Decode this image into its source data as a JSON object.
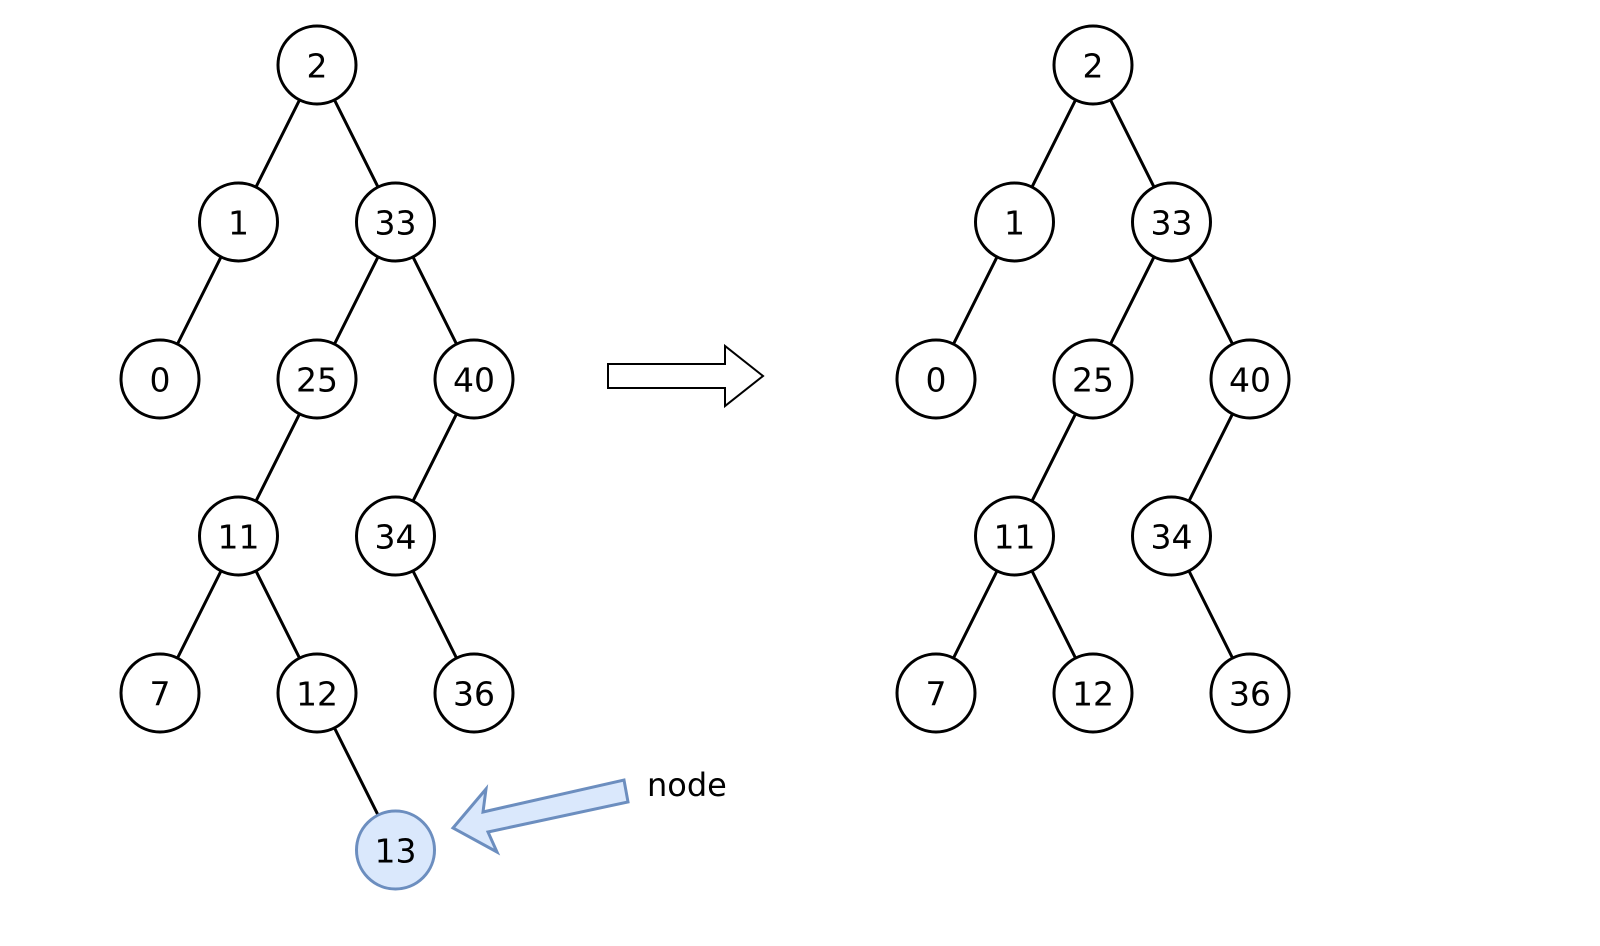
{
  "colors": {
    "highlight_fill": "#dae8fc",
    "highlight_stroke": "#6c8ebf"
  },
  "before_tree": {
    "nodes": [
      {
        "id": "n2",
        "label": "2"
      },
      {
        "id": "n1",
        "label": "1"
      },
      {
        "id": "n33",
        "label": "33"
      },
      {
        "id": "n0",
        "label": "0"
      },
      {
        "id": "n25",
        "label": "25"
      },
      {
        "id": "n40",
        "label": "40"
      },
      {
        "id": "n11",
        "label": "11"
      },
      {
        "id": "n34",
        "label": "34"
      },
      {
        "id": "n7",
        "label": "7"
      },
      {
        "id": "n12",
        "label": "12"
      },
      {
        "id": "n36",
        "label": "36"
      },
      {
        "id": "n13",
        "label": "13",
        "highlight": true
      }
    ],
    "edges": [
      [
        "n2",
        "n1"
      ],
      [
        "n2",
        "n33"
      ],
      [
        "n1",
        "n0"
      ],
      [
        "n33",
        "n25"
      ],
      [
        "n33",
        "n40"
      ],
      [
        "n25",
        "n11"
      ],
      [
        "n40",
        "n34"
      ],
      [
        "n11",
        "n7"
      ],
      [
        "n11",
        "n12"
      ],
      [
        "n34",
        "n36"
      ],
      [
        "n12",
        "n13"
      ]
    ]
  },
  "after_tree": {
    "nodes": [
      {
        "id": "n2",
        "label": "2"
      },
      {
        "id": "n1",
        "label": "1"
      },
      {
        "id": "n33",
        "label": "33"
      },
      {
        "id": "n0",
        "label": "0"
      },
      {
        "id": "n25",
        "label": "25"
      },
      {
        "id": "n40",
        "label": "40"
      },
      {
        "id": "n11",
        "label": "11"
      },
      {
        "id": "n34",
        "label": "34"
      },
      {
        "id": "n7",
        "label": "7"
      },
      {
        "id": "n12",
        "label": "12"
      },
      {
        "id": "n36",
        "label": "36"
      }
    ],
    "edges": [
      [
        "n2",
        "n1"
      ],
      [
        "n2",
        "n33"
      ],
      [
        "n1",
        "n0"
      ],
      [
        "n33",
        "n25"
      ],
      [
        "n33",
        "n40"
      ],
      [
        "n25",
        "n11"
      ],
      [
        "n40",
        "n34"
      ],
      [
        "n11",
        "n7"
      ],
      [
        "n11",
        "n12"
      ],
      [
        "n34",
        "n36"
      ]
    ]
  },
  "annotation": {
    "label": "node",
    "target": "n13"
  }
}
